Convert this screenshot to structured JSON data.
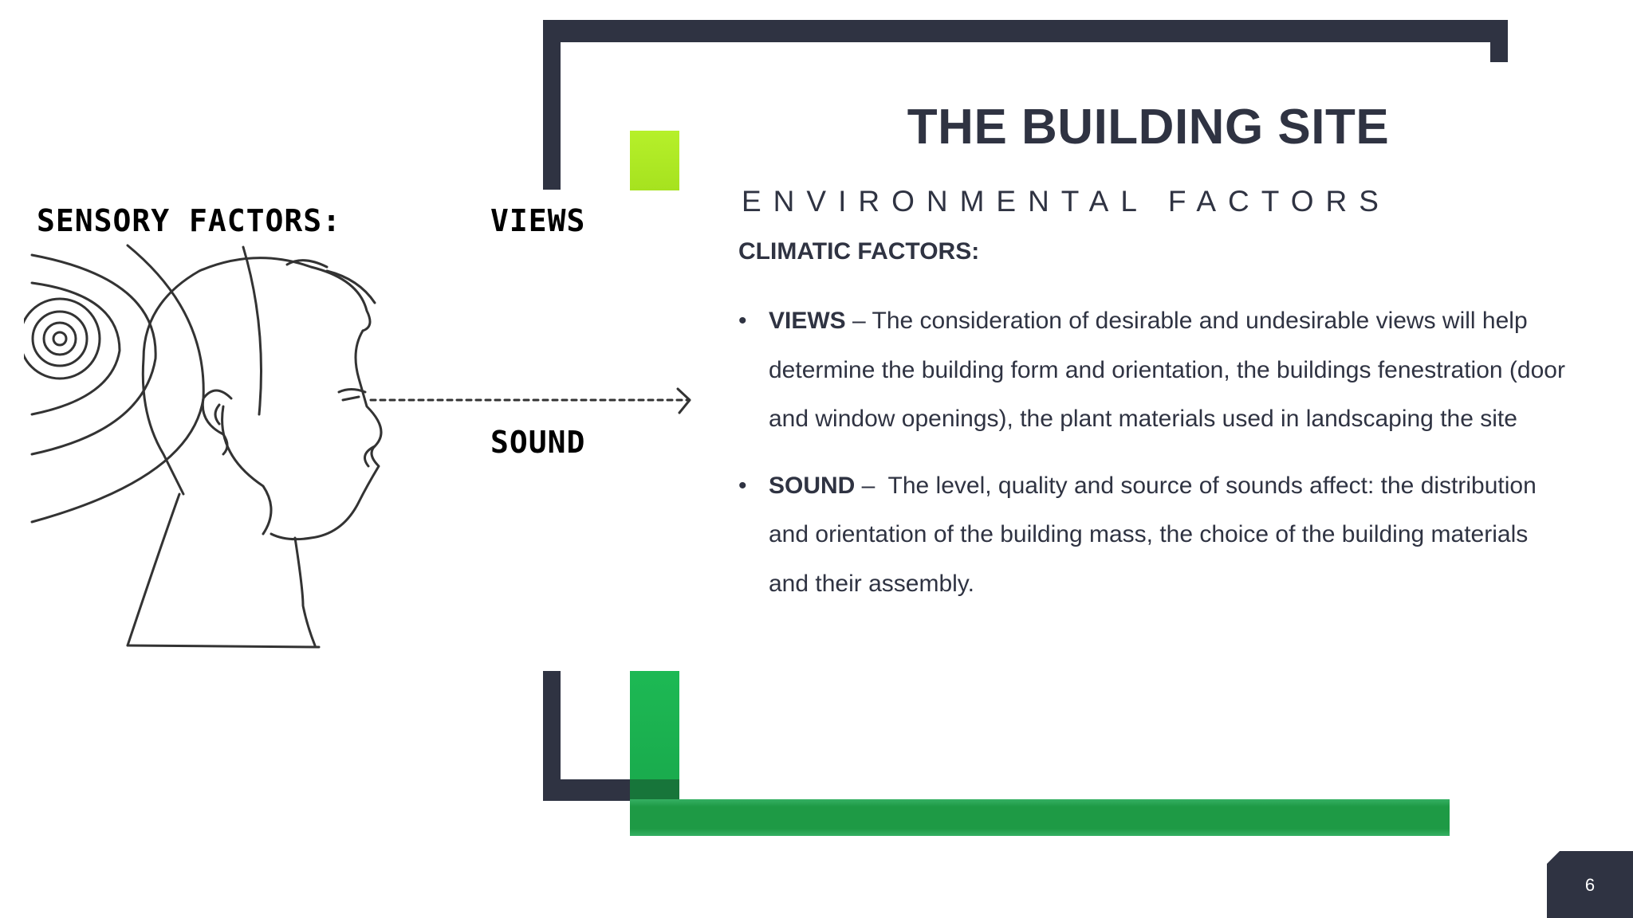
{
  "slide": {
    "title": "THE BUILDING SITE",
    "subtitle": "ENVIRONMENTAL FACTORS",
    "section_title": "CLIMATIC FACTORS:",
    "bullets": [
      {
        "term": "VIEWS",
        "separator": " – ",
        "text": "The consideration of desirable and undesirable views will help determine the building form and orientation, the buildings fenestration (door and window openings), the plant materials used in landscaping the site"
      },
      {
        "term": "SOUND",
        "separator": " –  ",
        "text": "The level, quality and source of sounds affect: the distribution and orientation of the building mass, the choice of the building materials and their assembly."
      }
    ],
    "page_number": "6"
  },
  "sketch": {
    "label_sensory": "SENSORY FACTORS:",
    "label_views": "VIEWS",
    "label_sound": "SOUND"
  },
  "colors": {
    "dark_frame": "#2f3342",
    "lime_accent": "#b6f02a",
    "green_accent": "#1db954",
    "green_bar": "#1e9a45"
  }
}
